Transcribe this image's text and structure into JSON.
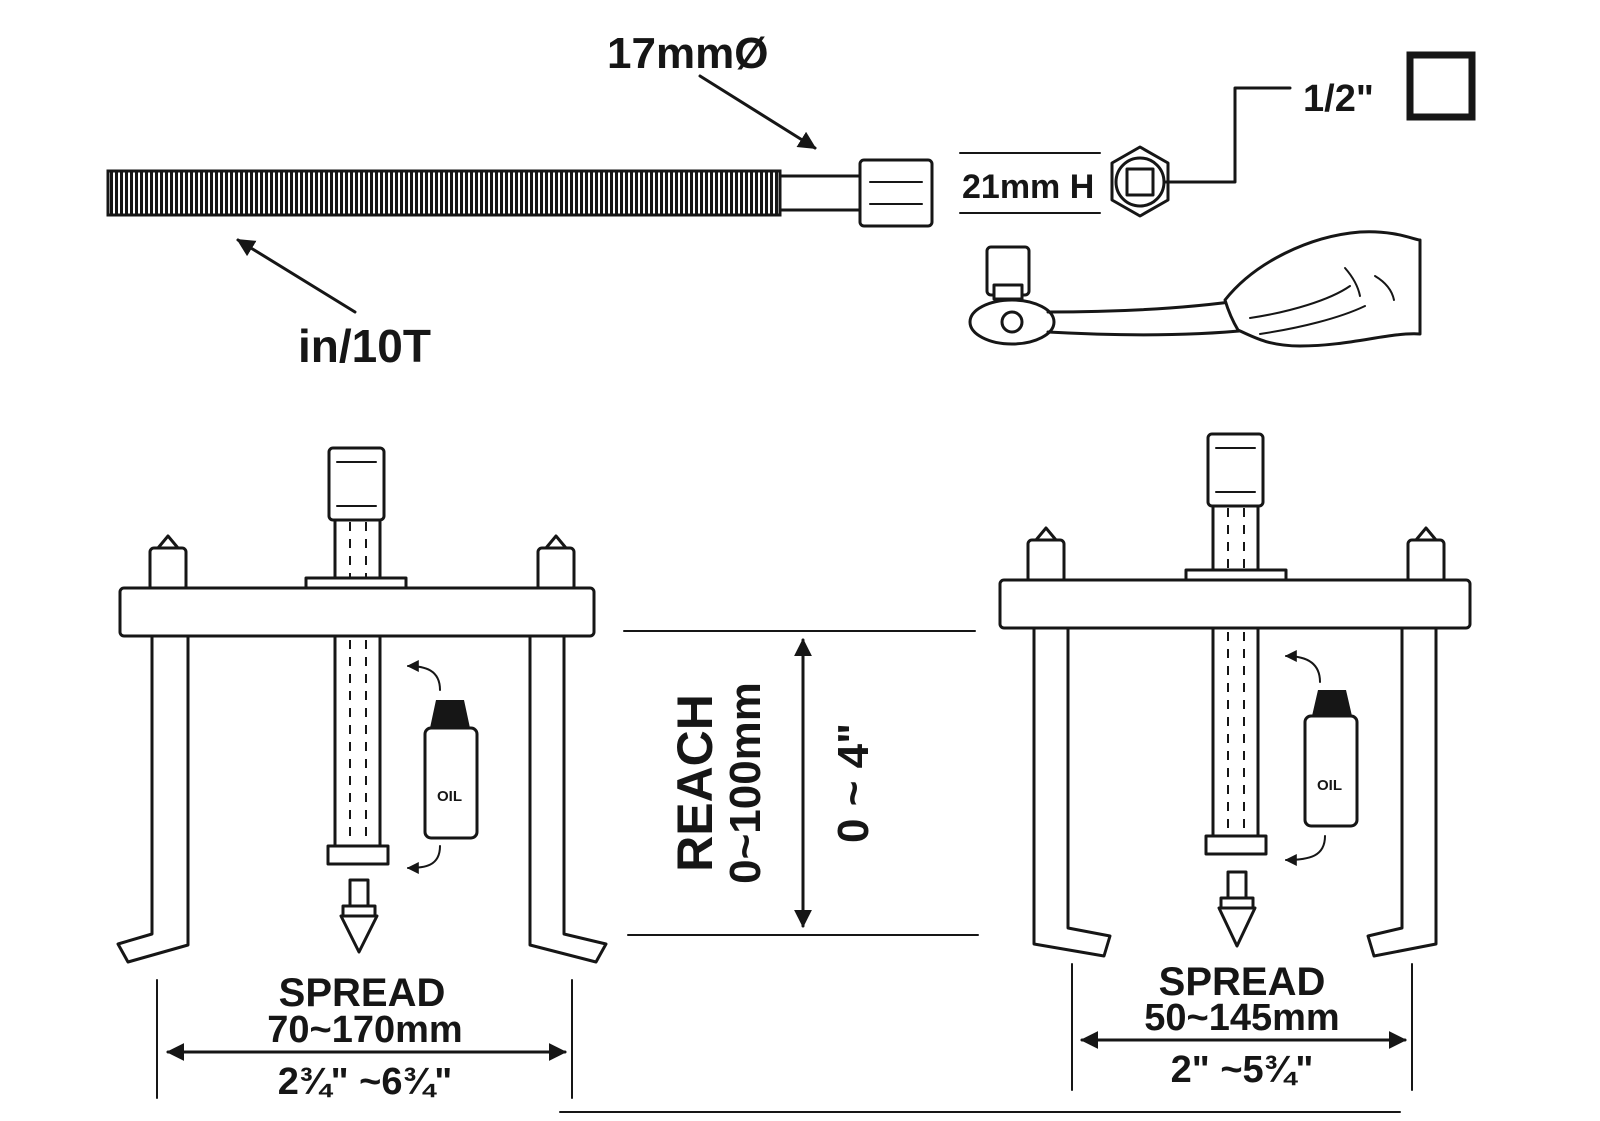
{
  "labels": {
    "shaft_diameter": "17mmØ",
    "thread": "in/10T",
    "hex_size": "21mm H",
    "drive": "1/2\"",
    "reach_title": "REACH",
    "reach_mm": "0~100mm",
    "reach_in": "0 ~ 4\"",
    "oil": "OIL"
  },
  "left_puller": {
    "spread_title": "SPREAD",
    "spread_mm": "70~170mm",
    "spread_in": "2¾\" ~6¾\""
  },
  "right_puller": {
    "spread_title": "SPREAD",
    "spread_mm": "50~145mm",
    "spread_in": "2\" ~5¾\""
  },
  "colors": {
    "ink": "#161616",
    "paper": "#ffffff"
  },
  "icons": [
    "arrow-icon",
    "hex-socket-icon",
    "square-drive-icon",
    "ratchet-hand-icon",
    "oil-bottle-icon",
    "grease-nipple-icon"
  ]
}
